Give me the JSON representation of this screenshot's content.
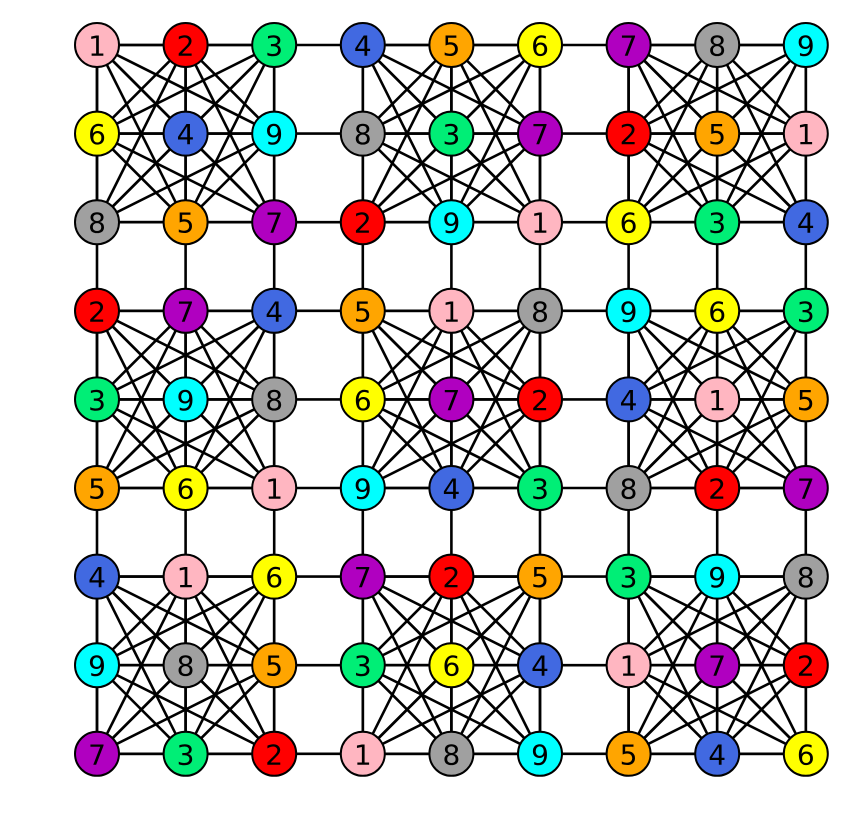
{
  "grid": [
    [
      1,
      2,
      3,
      4,
      5,
      6,
      7,
      8,
      9
    ],
    [
      6,
      4,
      9,
      8,
      3,
      7,
      2,
      5,
      1
    ],
    [
      8,
      5,
      7,
      2,
      9,
      1,
      6,
      3,
      4
    ],
    [
      2,
      7,
      4,
      5,
      1,
      8,
      9,
      6,
      3
    ],
    [
      3,
      9,
      8,
      6,
      7,
      2,
      4,
      1,
      5
    ],
    [
      5,
      6,
      1,
      9,
      4,
      3,
      8,
      2,
      7
    ],
    [
      4,
      1,
      6,
      7,
      2,
      5,
      3,
      9,
      8
    ],
    [
      9,
      8,
      5,
      3,
      6,
      4,
      1,
      7,
      2
    ],
    [
      7,
      3,
      2,
      1,
      8,
      9,
      5,
      4,
      6
    ]
  ],
  "colors": {
    "1": "#ffb6c1",
    "2": "#ff0000",
    "3": "#00ee76",
    "4": "#4169e1",
    "5": "#ffa500",
    "6": "#ffff00",
    "7": "#b000c0",
    "8": "#a0a0a0",
    "9": "#00ffff"
  },
  "edge_color": "#000000",
  "background": "#ffffff"
}
